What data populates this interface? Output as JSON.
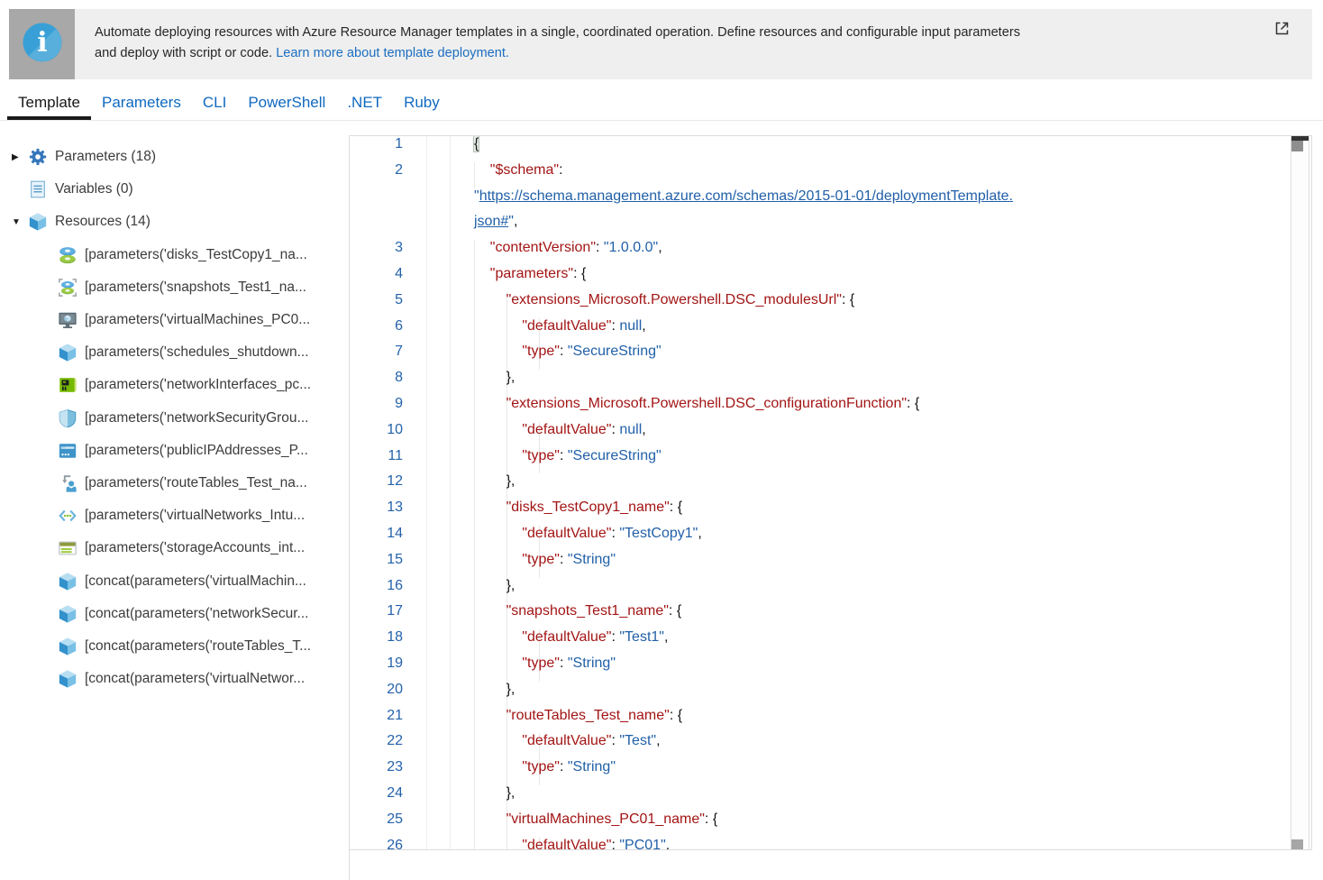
{
  "banner": {
    "message_line1": "Automate deploying resources with Azure Resource Manager templates in a single, coordinated operation. Define resources and configurable input parameters",
    "message_line2": "and deploy with script or code.",
    "link_label": "Learn more about template deployment."
  },
  "tabs": [
    {
      "label": "Template",
      "active": true
    },
    {
      "label": "Parameters",
      "active": false
    },
    {
      "label": "CLI",
      "active": false
    },
    {
      "label": "PowerShell",
      "active": false
    },
    {
      "label": ".NET",
      "active": false
    },
    {
      "label": "Ruby",
      "active": false
    }
  ],
  "tree": {
    "items": [
      {
        "icon": "gear-icon",
        "label": "Parameters (18)",
        "arrow": "collapsed",
        "level": 0
      },
      {
        "icon": "variables-icon",
        "label": "Variables (0)",
        "arrow": null,
        "level": 0
      },
      {
        "icon": "cube-icon",
        "label": "Resources (14)",
        "arrow": "expanded",
        "level": 0
      },
      {
        "icon": "disk-icon",
        "label": "[parameters('disks_TestCopy1_na...",
        "level": 1
      },
      {
        "icon": "snapshot-icon",
        "label": "[parameters('snapshots_Test1_na...",
        "level": 1
      },
      {
        "icon": "vm-icon",
        "label": "[parameters('virtualMachines_PC0...",
        "level": 1
      },
      {
        "icon": "cube-icon",
        "label": "[parameters('schedules_shutdown...",
        "level": 1
      },
      {
        "icon": "nic-icon",
        "label": "[parameters('networkInterfaces_pc...",
        "level": 1
      },
      {
        "icon": "shield-icon",
        "label": "[parameters('networkSecurityGrou...",
        "level": 1
      },
      {
        "icon": "public-ip-icon",
        "label": "[parameters('publicIPAddresses_P...",
        "level": 1
      },
      {
        "icon": "route-table-icon",
        "label": "[parameters('routeTables_Test_na...",
        "level": 1
      },
      {
        "icon": "vnet-icon",
        "label": "[parameters('virtualNetworks_Intu...",
        "level": 1
      },
      {
        "icon": "storage-icon",
        "label": "[parameters('storageAccounts_int...",
        "level": 1
      },
      {
        "icon": "cube-icon",
        "label": "[concat(parameters('virtualMachin...",
        "level": 1
      },
      {
        "icon": "cube-icon",
        "label": "[concat(parameters('networkSecur...",
        "level": 1
      },
      {
        "icon": "cube-icon",
        "label": "[concat(parameters('routeTables_T...",
        "level": 1
      },
      {
        "icon": "cube-icon",
        "label": "[concat(parameters('virtualNetwor...",
        "level": 1
      }
    ]
  },
  "editor": {
    "rows": [
      {
        "n": "1",
        "g": [],
        "s": [
          [
            "b",
            "{"
          ]
        ]
      },
      {
        "n": "2",
        "g": [
          26
        ],
        "s": [
          [
            "p",
            "    "
          ],
          [
            "k",
            "\"$schema\""
          ],
          [
            "p",
            ":"
          ]
        ]
      },
      {
        "n": "",
        "g": [],
        "s": [
          [
            "s",
            "\""
          ],
          [
            "u",
            "https://schema.management.azure.com/schemas/2015-01-01/deploymentTemplate."
          ]
        ]
      },
      {
        "n": "",
        "g": [],
        "s": [
          [
            "u",
            "json#"
          ],
          [
            "s",
            "\""
          ],
          [
            "p",
            ","
          ]
        ]
      },
      {
        "n": "3",
        "g": [
          26
        ],
        "s": [
          [
            "p",
            "    "
          ],
          [
            "k",
            "\"contentVersion\""
          ],
          [
            "p",
            ": "
          ],
          [
            "s",
            "\"1.0.0.0\""
          ],
          [
            "p",
            ","
          ]
        ]
      },
      {
        "n": "4",
        "g": [
          26
        ],
        "s": [
          [
            "p",
            "    "
          ],
          [
            "k",
            "\"parameters\""
          ],
          [
            "p",
            ": {"
          ]
        ]
      },
      {
        "n": "5",
        "g": [
          26,
          62
        ],
        "s": [
          [
            "p",
            "        "
          ],
          [
            "k",
            "\"extensions_Microsoft.Powershell.DSC_modulesUrl\""
          ],
          [
            "p",
            ": {"
          ]
        ]
      },
      {
        "n": "6",
        "g": [
          26,
          62,
          98
        ],
        "s": [
          [
            "p",
            "            "
          ],
          [
            "k",
            "\"defaultValue\""
          ],
          [
            "p",
            ": "
          ],
          [
            "s",
            "null"
          ],
          [
            "p",
            ","
          ]
        ]
      },
      {
        "n": "7",
        "g": [
          26,
          62,
          98
        ],
        "s": [
          [
            "p",
            "            "
          ],
          [
            "k",
            "\"type\""
          ],
          [
            "p",
            ": "
          ],
          [
            "s",
            "\"SecureString\""
          ]
        ]
      },
      {
        "n": "8",
        "g": [
          26,
          62
        ],
        "s": [
          [
            "p",
            "        },"
          ]
        ]
      },
      {
        "n": "9",
        "g": [
          26,
          62
        ],
        "s": [
          [
            "p",
            "        "
          ],
          [
            "k",
            "\"extensions_Microsoft.Powershell.DSC_configurationFunction\""
          ],
          [
            "p",
            ": {"
          ]
        ]
      },
      {
        "n": "10",
        "g": [
          26,
          62,
          98
        ],
        "s": [
          [
            "p",
            "            "
          ],
          [
            "k",
            "\"defaultValue\""
          ],
          [
            "p",
            ": "
          ],
          [
            "s",
            "null"
          ],
          [
            "p",
            ","
          ]
        ]
      },
      {
        "n": "11",
        "g": [
          26,
          62,
          98
        ],
        "s": [
          [
            "p",
            "            "
          ],
          [
            "k",
            "\"type\""
          ],
          [
            "p",
            ": "
          ],
          [
            "s",
            "\"SecureString\""
          ]
        ]
      },
      {
        "n": "12",
        "g": [
          26,
          62
        ],
        "s": [
          [
            "p",
            "        },"
          ]
        ]
      },
      {
        "n": "13",
        "g": [
          26,
          62
        ],
        "s": [
          [
            "p",
            "        "
          ],
          [
            "k",
            "\"disks_TestCopy1_name\""
          ],
          [
            "p",
            ": {"
          ]
        ]
      },
      {
        "n": "14",
        "g": [
          26,
          62,
          98
        ],
        "s": [
          [
            "p",
            "            "
          ],
          [
            "k",
            "\"defaultValue\""
          ],
          [
            "p",
            ": "
          ],
          [
            "s",
            "\"TestCopy1\""
          ],
          [
            "p",
            ","
          ]
        ]
      },
      {
        "n": "15",
        "g": [
          26,
          62,
          98
        ],
        "s": [
          [
            "p",
            "            "
          ],
          [
            "k",
            "\"type\""
          ],
          [
            "p",
            ": "
          ],
          [
            "s",
            "\"String\""
          ]
        ]
      },
      {
        "n": "16",
        "g": [
          26,
          62
        ],
        "s": [
          [
            "p",
            "        },"
          ]
        ]
      },
      {
        "n": "17",
        "g": [
          26,
          62
        ],
        "s": [
          [
            "p",
            "        "
          ],
          [
            "k",
            "\"snapshots_Test1_name\""
          ],
          [
            "p",
            ": {"
          ]
        ]
      },
      {
        "n": "18",
        "g": [
          26,
          62,
          98
        ],
        "s": [
          [
            "p",
            "            "
          ],
          [
            "k",
            "\"defaultValue\""
          ],
          [
            "p",
            ": "
          ],
          [
            "s",
            "\"Test1\""
          ],
          [
            "p",
            ","
          ]
        ]
      },
      {
        "n": "19",
        "g": [
          26,
          62,
          98
        ],
        "s": [
          [
            "p",
            "            "
          ],
          [
            "k",
            "\"type\""
          ],
          [
            "p",
            ": "
          ],
          [
            "s",
            "\"String\""
          ]
        ]
      },
      {
        "n": "20",
        "g": [
          26,
          62
        ],
        "s": [
          [
            "p",
            "        },"
          ]
        ]
      },
      {
        "n": "21",
        "g": [
          26,
          62
        ],
        "s": [
          [
            "p",
            "        "
          ],
          [
            "k",
            "\"routeTables_Test_name\""
          ],
          [
            "p",
            ": {"
          ]
        ]
      },
      {
        "n": "22",
        "g": [
          26,
          62,
          98
        ],
        "s": [
          [
            "p",
            "            "
          ],
          [
            "k",
            "\"defaultValue\""
          ],
          [
            "p",
            ": "
          ],
          [
            "s",
            "\"Test\""
          ],
          [
            "p",
            ","
          ]
        ]
      },
      {
        "n": "23",
        "g": [
          26,
          62,
          98
        ],
        "s": [
          [
            "p",
            "            "
          ],
          [
            "k",
            "\"type\""
          ],
          [
            "p",
            ": "
          ],
          [
            "s",
            "\"String\""
          ]
        ]
      },
      {
        "n": "24",
        "g": [
          26,
          62
        ],
        "s": [
          [
            "p",
            "        },"
          ]
        ]
      },
      {
        "n": "25",
        "g": [
          26,
          62
        ],
        "s": [
          [
            "p",
            "        "
          ],
          [
            "k",
            "\"virtualMachines_PC01_name\""
          ],
          [
            "p",
            ": {"
          ]
        ]
      },
      {
        "n": "26",
        "g": [
          26,
          62,
          98
        ],
        "s": [
          [
            "p",
            "            "
          ],
          [
            "k",
            "\"defaultValue\""
          ],
          [
            "p",
            ": "
          ],
          [
            "s",
            "\"PC01\""
          ],
          [
            "p",
            ","
          ]
        ]
      }
    ]
  },
  "colors": {
    "link": "#1b6ec2",
    "tab_inactive": "#1069c0",
    "tab_active": "#171717",
    "code_key": "#a31515",
    "code_string": "#2160a8",
    "line_number": "#2462ab",
    "banner_bg": "#efefef",
    "banner_tile_bg": "#a8a8a8",
    "info_icon_blue": "#38a0d6"
  }
}
